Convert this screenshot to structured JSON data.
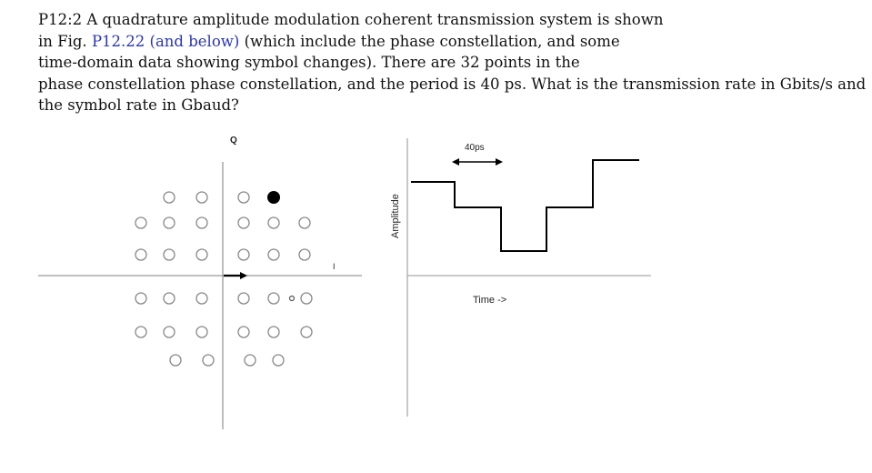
{
  "question": {
    "line1": "P12:2 A quadrature amplitude modulation coherent transmission system is shown",
    "line2_a": "in Fig. ",
    "line2_link": "P12.22 (and below)",
    "line2_b": " (which include the phase constellation, and some",
    "line3": "time-domain data showing symbol changes). There are 32 points in the",
    "line4": "phase constellation phase constellation, and the period is 40 ps.  What is the transmission rate in Gbits/s and",
    "line5": "the symbol rate in Gbaud?"
  },
  "constellation": {
    "q_label": "Q",
    "i_label": "I",
    "point_count": 32,
    "selected_color": "#000000",
    "point_color": "#888888"
  },
  "waveform": {
    "y_label": "Amplitude",
    "x_label": "Time  ->",
    "period_label": "40ps",
    "levels": [
      3,
      2,
      1,
      2,
      4
    ]
  }
}
